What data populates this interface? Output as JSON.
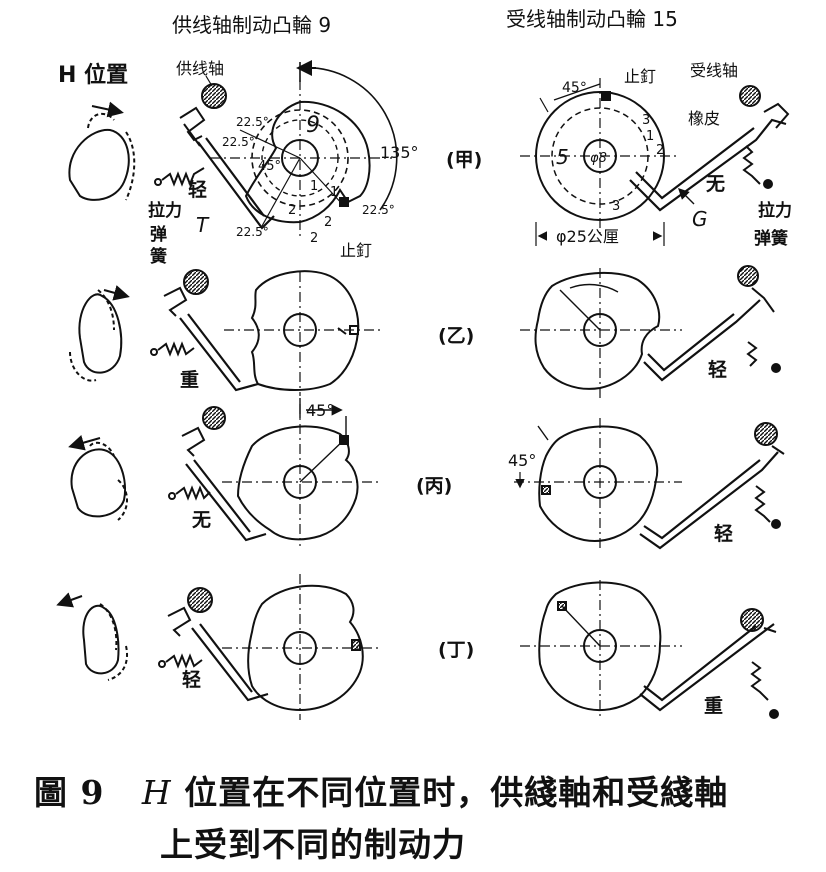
{
  "headers": {
    "left": "供线轴制动凸輪 9",
    "right": "受线轴制动凸輪 15"
  },
  "h_position_label": "H 位置",
  "row_labels": [
    "(甲)",
    "(乙)",
    "(丙)",
    "(丁)"
  ],
  "row1": {
    "left": {
      "supply_shaft": "供线轴",
      "tension_spring": "拉力弹簧",
      "brake": "轻",
      "lever": "T",
      "stop_pin": "止釘",
      "cam_number": "9",
      "angles": [
        "135°",
        "22.5°",
        "45°",
        "22.5°",
        "22.5°",
        "22.5°"
      ],
      "marks": [
        "1",
        "2",
        "2",
        "2",
        "1"
      ]
    },
    "right": {
      "stop_pin": "止釘",
      "takeup_shaft": "受线轴",
      "rubber": "橡皮",
      "tension_spring": "拉力弹簧",
      "brake": "无",
      "lever": "G",
      "cam_number": "5",
      "center": "φ8",
      "angle": "45°",
      "diameter": "φ25公厘",
      "marks": [
        "1",
        "2",
        "3",
        "3"
      ]
    }
  },
  "row2": {
    "left_brake": "重",
    "right_brake": "轻"
  },
  "row3": {
    "left_brake": "无",
    "left_angle": "45°",
    "right_brake": "轻",
    "right_angle": "45°"
  },
  "row4": {
    "left_brake": "轻",
    "right_brake": "重"
  },
  "caption": {
    "fig": "圖 9",
    "h": "H",
    "line1": "位置在不同位置时，供綫軸和受綫軸",
    "line2": "上受到不同的制动力"
  }
}
